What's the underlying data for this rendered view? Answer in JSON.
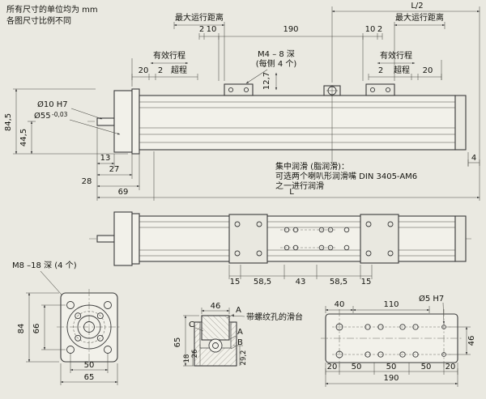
{
  "colors": {
    "background": "#eae9e1",
    "line": "#3a3a3a",
    "body_fill": "#f2f1ea"
  },
  "notes": {
    "units": "所有尺寸的单位均为 mm",
    "scale": "各图尺寸比例不同",
    "lube1": "集中润滑 (脂润滑)：",
    "lube2": "可选两个喇叭形润滑嘴 DIN 3405-AM6",
    "lube3": "之一进行润滑",
    "m8": "M8 –18 深 (4 个)",
    "m4": "M4 – 8 深",
    "m4b": "(每侧 4 个)",
    "slide_note": "带螺纹孔的滑台"
  },
  "main_view": {
    "l_half": "L/2",
    "max_travel_left": "最大运行距离",
    "max_travel_right": "最大运行距离",
    "seg": [
      "2",
      "10",
      "190",
      "10",
      "2"
    ],
    "stroke_label_left": "有效行程",
    "stroke_label_right": "有效行程",
    "t20_left": "20",
    "t2_left": "2",
    "overtravel_left": "超程",
    "t2_right": "2",
    "overtravel_right": "超程",
    "t20_right": "20",
    "d12_7": "12,7",
    "h84_5": "84,5",
    "h44_5": "44,5",
    "dia10": "Ø10 H7",
    "dia55": "Ø55",
    "dia55_tol": "-0,03",
    "d13": "13",
    "d27": "27",
    "d28": "28",
    "d69": "69",
    "d4": "4",
    "L": "L"
  },
  "plan_view": {
    "d15a": "15",
    "d58a": "58,5",
    "d43": "43",
    "d58b": "58,5",
    "d15b": "15"
  },
  "flange_view": {
    "d84": "84",
    "d66": "66",
    "d50": "50",
    "d65": "65"
  },
  "section_view": {
    "d46": "46",
    "d65": "65",
    "d18": "18",
    "d26": "26",
    "d29": "29,2",
    "mark_a1": "A",
    "mark_a2": "A",
    "mark_b": "B",
    "mark_c": "C"
  },
  "carriage_view": {
    "d40": "40",
    "d110": "110",
    "dia5": "Ø5 H7",
    "d46": "46",
    "b": [
      "20",
      "50",
      "50",
      "50",
      "20"
    ],
    "d190": "190"
  }
}
